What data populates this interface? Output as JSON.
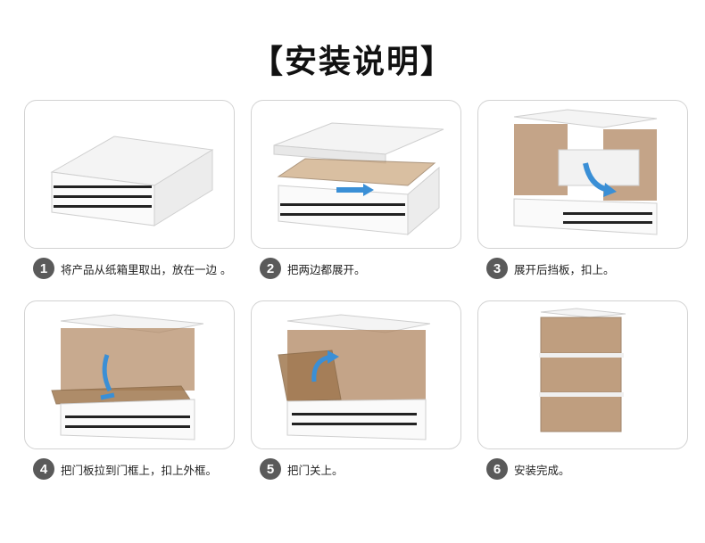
{
  "title": "【安装说明】",
  "colors": {
    "brown": "#8a6a48",
    "arrow": "#3a8fd6",
    "badge": "#5a5a5a",
    "border": "#d2d2d2"
  },
  "steps": [
    {
      "number": "1",
      "text": "将产品从纸箱里取出，放在一边 。",
      "image": "folded-storage-box"
    },
    {
      "number": "2",
      "text": "把两边都展开。",
      "image": "unfold-side-panels"
    },
    {
      "number": "3",
      "text": "展开后挡板，扣上。",
      "image": "raise-back-panel"
    },
    {
      "number": "4",
      "text": "把门板拉到门框上，扣上外框。",
      "image": "lift-door-panel"
    },
    {
      "number": "5",
      "text": "把门关上。",
      "image": "close-door"
    },
    {
      "number": "6",
      "text": "安装完成。",
      "image": "stacked-boxes-complete"
    }
  ]
}
